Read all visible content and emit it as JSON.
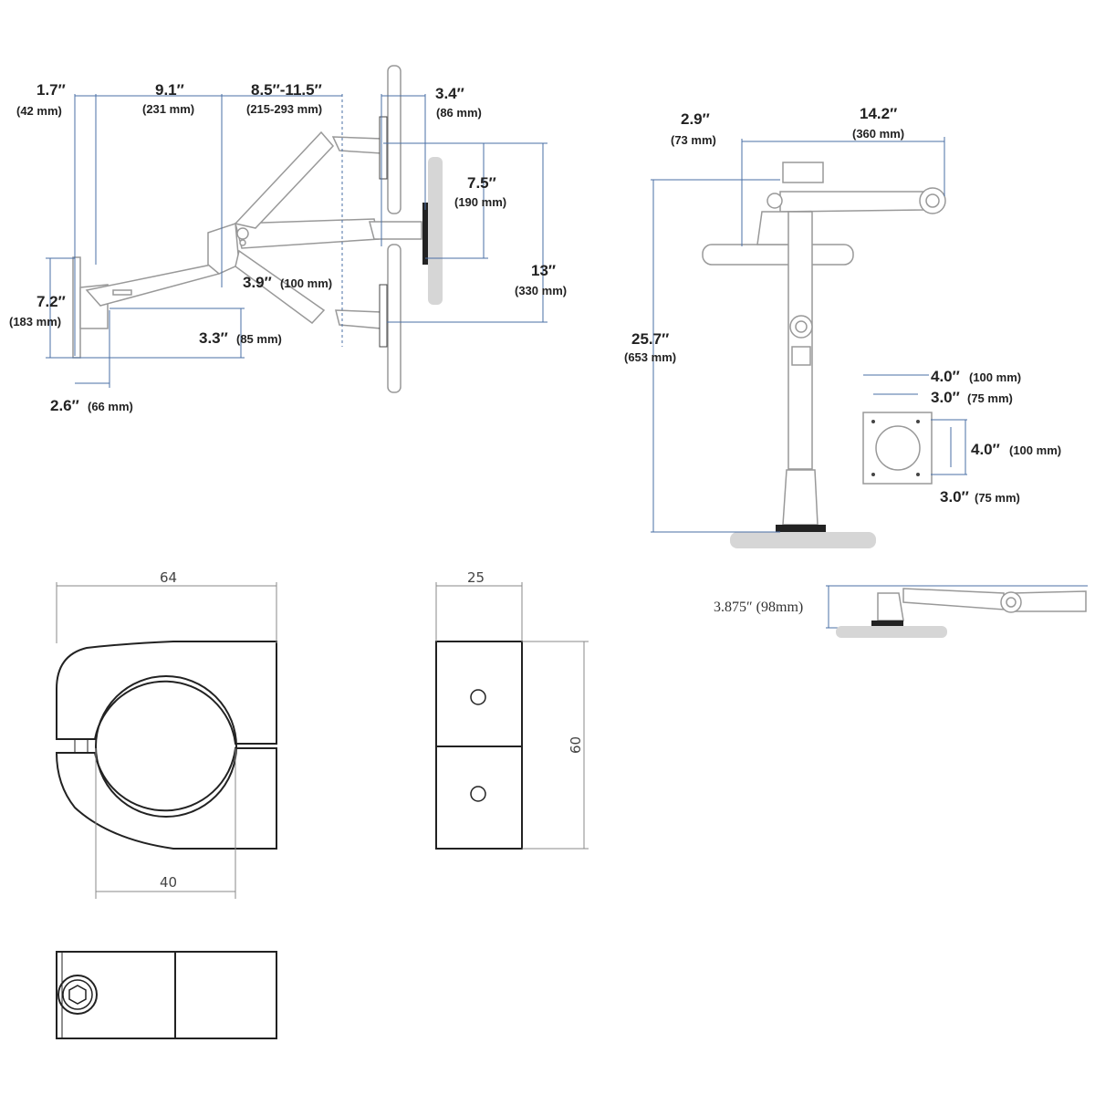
{
  "wall_arm": {
    "d1": {
      "in": "1.7″",
      "mm": "(42 mm)"
    },
    "d2": {
      "in": "9.1″",
      "mm": "(231 mm)"
    },
    "d3": {
      "in": "8.5″-11.5″",
      "mm": "(215-293 mm)"
    },
    "d4": {
      "in": "3.4″",
      "mm": "(86 mm)"
    },
    "d5": {
      "in": "7.5″",
      "mm": "(190 mm)"
    },
    "d6": {
      "in": "13″",
      "mm": "(330 mm)"
    },
    "d7": {
      "in": "7.2″",
      "mm": "(183 mm)"
    },
    "d8": {
      "in": "3.9″",
      "mm": "(100 mm)"
    },
    "d9": {
      "in": "3.3″",
      "mm": "(85 mm)"
    },
    "d10": {
      "in": "2.6″",
      "mm": "(66 mm)"
    }
  },
  "pole_mount": {
    "d1": {
      "in": "2.9″",
      "mm": "(73 mm)"
    },
    "d2": {
      "in": "14.2″",
      "mm": "(360 mm)"
    },
    "d3": {
      "in": "25.7″",
      "mm": "(653 mm)"
    },
    "vesa_w1": {
      "in": "4.0″",
      "mm": "(100 mm)"
    },
    "vesa_w2": {
      "in": "3.0″",
      "mm": "(75 mm)"
    },
    "vesa_h1": {
      "in": "4.0″",
      "mm": "(100 mm)"
    },
    "vesa_h2": {
      "in": "3.0″",
      "mm": "(75 mm)"
    }
  },
  "low_profile": {
    "label": "3.875″ (98mm)"
  },
  "clamp": {
    "width": "64",
    "bore": "40",
    "depth": "25",
    "height": "60"
  },
  "colors": {
    "dimension_line": "#4a6fa5",
    "part_outline": "#222222",
    "shadow": "#d6d6d6"
  }
}
